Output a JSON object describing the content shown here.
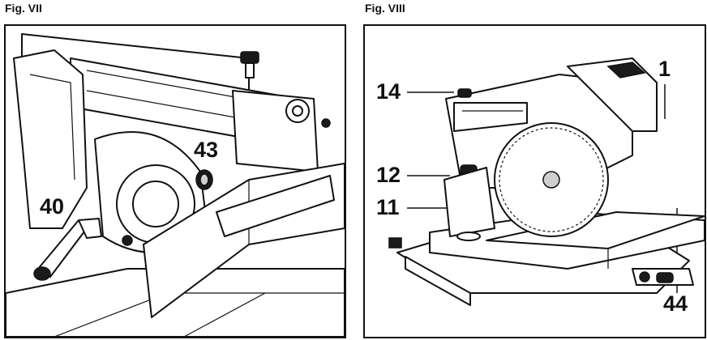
{
  "figures": [
    {
      "title": "Fig. VII",
      "callouts": [
        "43",
        "40"
      ]
    },
    {
      "title": "Fig. VIII",
      "callouts": [
        "1",
        "14",
        "12",
        "11",
        "44"
      ]
    }
  ]
}
